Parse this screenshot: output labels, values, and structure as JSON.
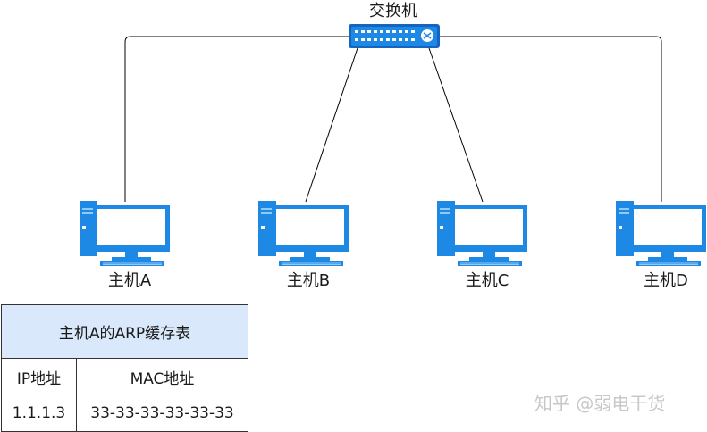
{
  "switch": {
    "label": "交换机",
    "icon": "network-switch-icon"
  },
  "hosts": [
    {
      "label": "主机A",
      "icon": "desktop-computer-icon"
    },
    {
      "label": "主机B",
      "icon": "desktop-computer-icon"
    },
    {
      "label": "主机C",
      "icon": "desktop-computer-icon"
    },
    {
      "label": "主机D",
      "icon": "desktop-computer-icon"
    }
  ],
  "arp_table": {
    "title": "主机A的ARP缓存表",
    "headers": [
      "IP地址",
      "MAC地址"
    ],
    "rows": [
      [
        "1.1.1.3",
        "33-33-33-33-33-33"
      ]
    ]
  },
  "watermark": "知乎 @弱电干货",
  "colors": {
    "device_blue": "#1e88e5",
    "switch_blue": "#1565c0",
    "table_header_bg": "#dae8fc",
    "line": "#000000"
  }
}
